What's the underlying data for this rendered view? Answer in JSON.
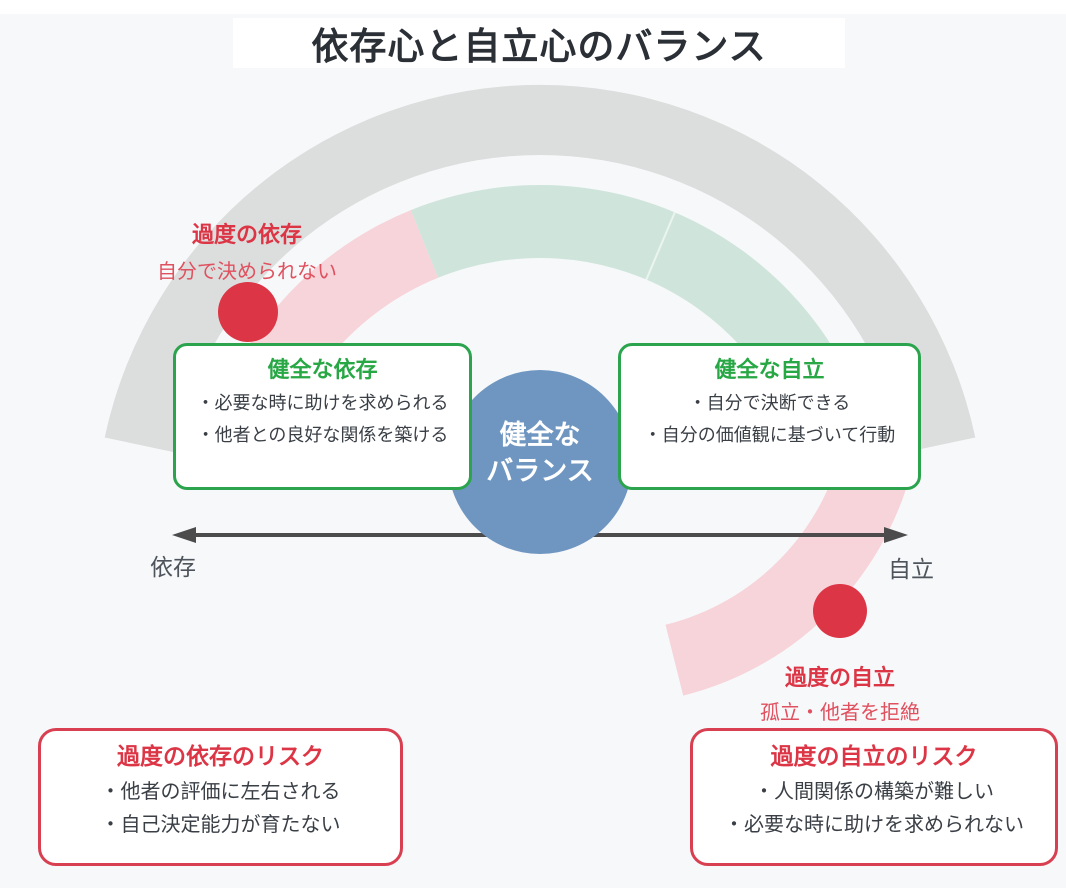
{
  "page": {
    "title": "依存心と自立心のバランス"
  },
  "axis": {
    "left_label": "依存",
    "right_label": "自立"
  },
  "labels": {
    "excess_dependence": {
      "title": "過度の依存",
      "subtitle": "自分で決められない"
    },
    "excess_independence": {
      "title": "過度の自立",
      "subtitle": "孤立・他者を拒絶"
    }
  },
  "center_circle": {
    "line1": "健全な",
    "line2": "バランス"
  },
  "boxes": {
    "healthy_dependence": {
      "title": "健全な依存",
      "bullets": [
        "・必要な時に助けを求められる",
        "・他者との良好な関係を築ける"
      ]
    },
    "healthy_independence": {
      "title": "健全な自立",
      "bullets": [
        "・自分で決断できる",
        "・自分の価値観に基づいて行動"
      ]
    },
    "dependence_risk": {
      "title": "過度の依存のリスク",
      "bullets": [
        "・他者の評価に左右される",
        "・自己決定能力が育たない"
      ]
    },
    "independence_risk": {
      "title": "過度の自立のリスク",
      "bullets": [
        "・人間関係の構築が難しい",
        "・必要な時に助けを求められない"
      ]
    }
  },
  "colors": {
    "accent_red": "#dc3545",
    "accent_green": "#28a745",
    "band_pink": "#f6d4da",
    "band_green": "#cfe5db",
    "band_gray": "#dcdddd",
    "circle_blue": "#6f96c1",
    "arrow_gray": "#4c4c4c",
    "background": "#f7f8fa"
  }
}
